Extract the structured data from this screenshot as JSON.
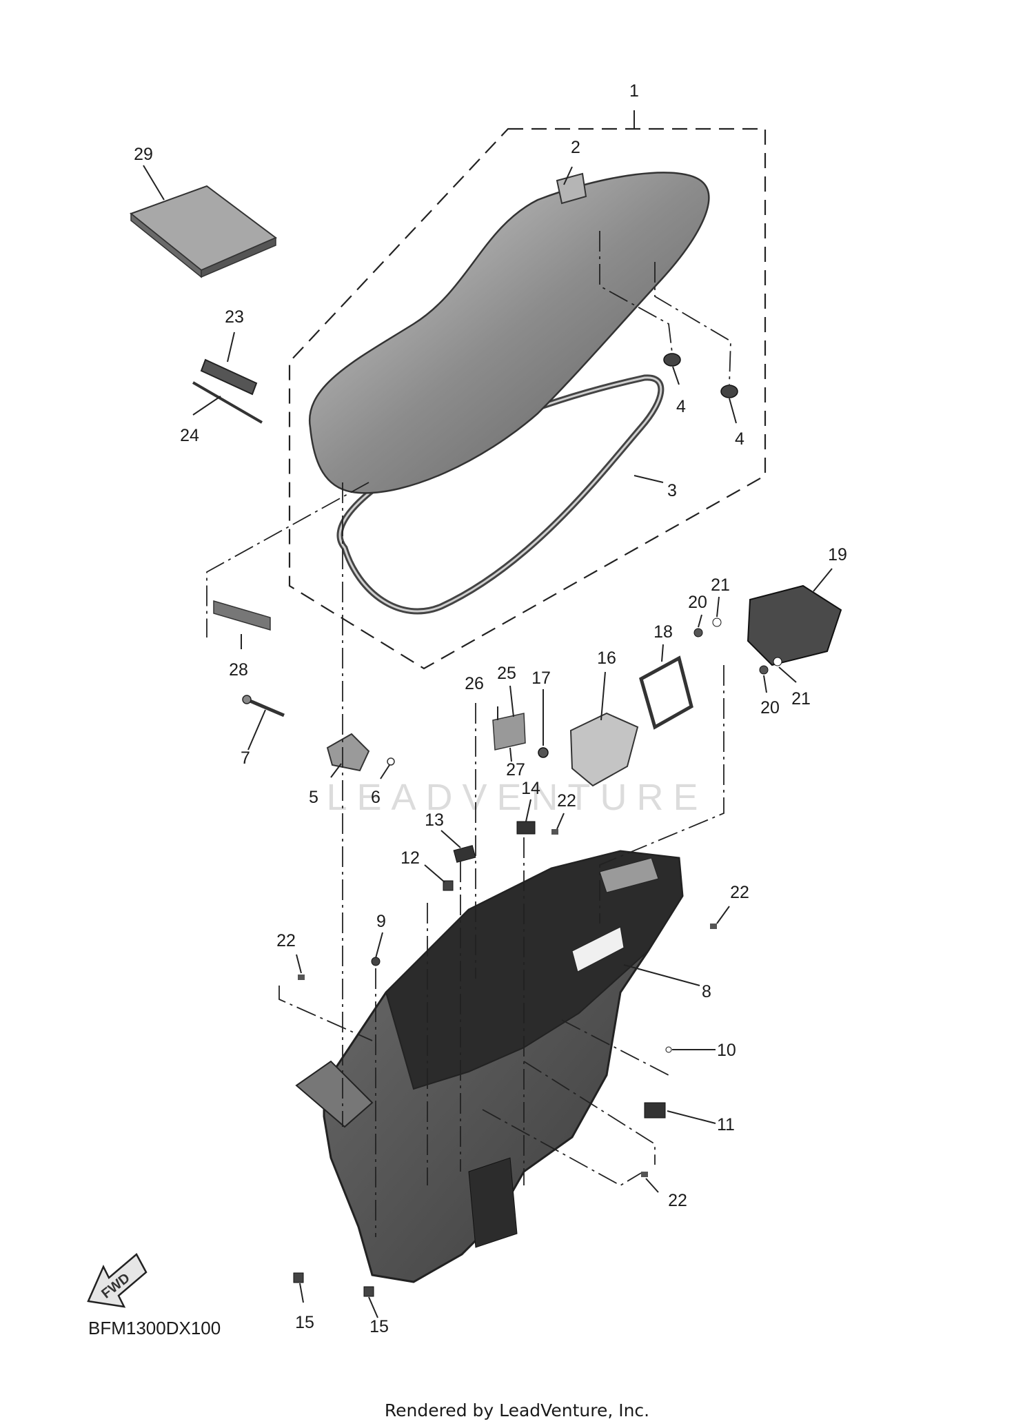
{
  "diagram": {
    "callouts": [
      {
        "label": "1"
      },
      {
        "label": "2"
      },
      {
        "label": "3"
      },
      {
        "label": "4"
      },
      {
        "label": "4"
      },
      {
        "label": "5"
      },
      {
        "label": "6"
      },
      {
        "label": "7"
      },
      {
        "label": "8"
      },
      {
        "label": "9"
      },
      {
        "label": "10"
      },
      {
        "label": "11"
      },
      {
        "label": "12"
      },
      {
        "label": "13"
      },
      {
        "label": "14"
      },
      {
        "label": "15"
      },
      {
        "label": "15"
      },
      {
        "label": "16"
      },
      {
        "label": "17"
      },
      {
        "label": "18"
      },
      {
        "label": "19"
      },
      {
        "label": "20"
      },
      {
        "label": "20"
      },
      {
        "label": "21"
      },
      {
        "label": "21"
      },
      {
        "label": "22"
      },
      {
        "label": "22"
      },
      {
        "label": "22"
      },
      {
        "label": "22"
      },
      {
        "label": "23"
      },
      {
        "label": "24"
      },
      {
        "label": "25"
      },
      {
        "label": "26"
      },
      {
        "label": "27"
      },
      {
        "label": "28"
      },
      {
        "label": "29"
      }
    ],
    "fwd_label": "FWD",
    "diagram_code": "BFM1300DX100",
    "watermark": "LEADVENTURE",
    "footer": "Rendered by LeadVenture, Inc."
  }
}
